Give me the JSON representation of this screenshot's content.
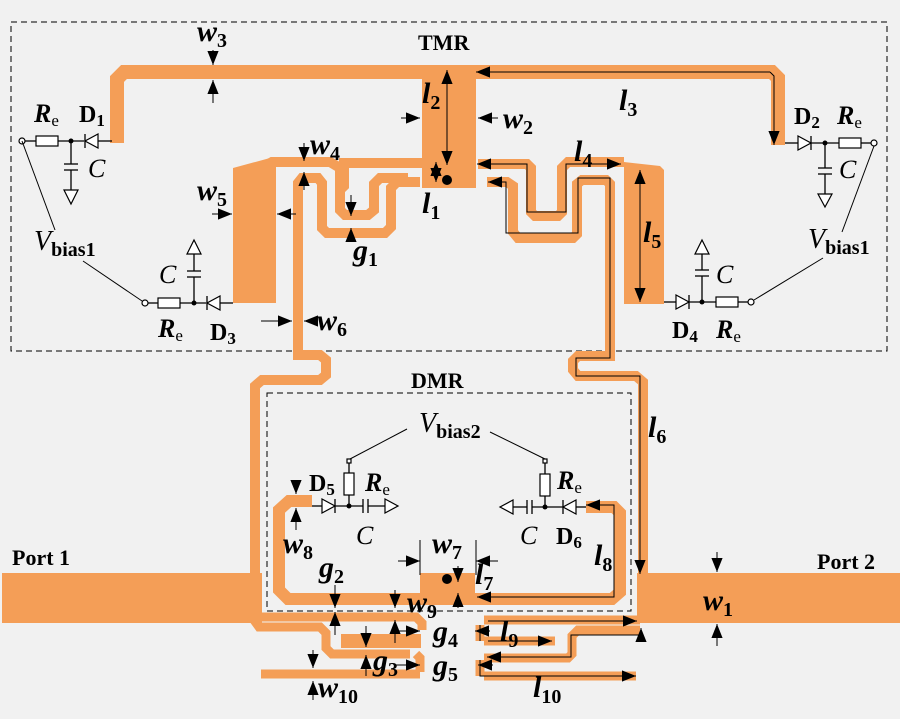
{
  "diagram": {
    "colors": {
      "microstrip": "#f49e57",
      "background": "#f1f1f1",
      "lines": "#000000"
    },
    "blocks": {
      "tmr": "TMR",
      "dmr": "DMR"
    },
    "ports": {
      "port1": "Port 1",
      "port2": "Port 2"
    },
    "components": {
      "diodes": [
        {
          "id": "D1",
          "base": "D",
          "sub": "1"
        },
        {
          "id": "D2",
          "base": "D",
          "sub": "2"
        },
        {
          "id": "D3",
          "base": "D",
          "sub": "3"
        },
        {
          "id": "D4",
          "base": "D",
          "sub": "4"
        },
        {
          "id": "D5",
          "base": "D",
          "sub": "5"
        },
        {
          "id": "D6",
          "base": "D",
          "sub": "6"
        }
      ],
      "resistor": {
        "base": "R",
        "sub": "e"
      },
      "capacitor": "C",
      "bias1": {
        "base": "V",
        "sub": "bias1"
      },
      "bias2": {
        "base": "V",
        "sub": "bias2"
      }
    },
    "dimensions": {
      "widths": [
        {
          "base": "w",
          "sub": "1"
        },
        {
          "base": "w",
          "sub": "2"
        },
        {
          "base": "w",
          "sub": "3"
        },
        {
          "base": "w",
          "sub": "4"
        },
        {
          "base": "w",
          "sub": "5"
        },
        {
          "base": "w",
          "sub": "6"
        },
        {
          "base": "w",
          "sub": "7"
        },
        {
          "base": "w",
          "sub": "8"
        },
        {
          "base": "w",
          "sub": "9"
        },
        {
          "base": "w",
          "sub": "10"
        }
      ],
      "lengths": [
        {
          "base": "l",
          "sub": "1"
        },
        {
          "base": "l",
          "sub": "2"
        },
        {
          "base": "l",
          "sub": "3"
        },
        {
          "base": "l",
          "sub": "4"
        },
        {
          "base": "l",
          "sub": "5"
        },
        {
          "base": "l",
          "sub": "6"
        },
        {
          "base": "l",
          "sub": "7"
        },
        {
          "base": "l",
          "sub": "8"
        },
        {
          "base": "l",
          "sub": "9"
        },
        {
          "base": "l",
          "sub": "10"
        }
      ],
      "gaps": [
        {
          "base": "g",
          "sub": "1"
        },
        {
          "base": "g",
          "sub": "2"
        },
        {
          "base": "g",
          "sub": "3"
        },
        {
          "base": "g",
          "sub": "4"
        },
        {
          "base": "g",
          "sub": "5"
        }
      ]
    }
  }
}
